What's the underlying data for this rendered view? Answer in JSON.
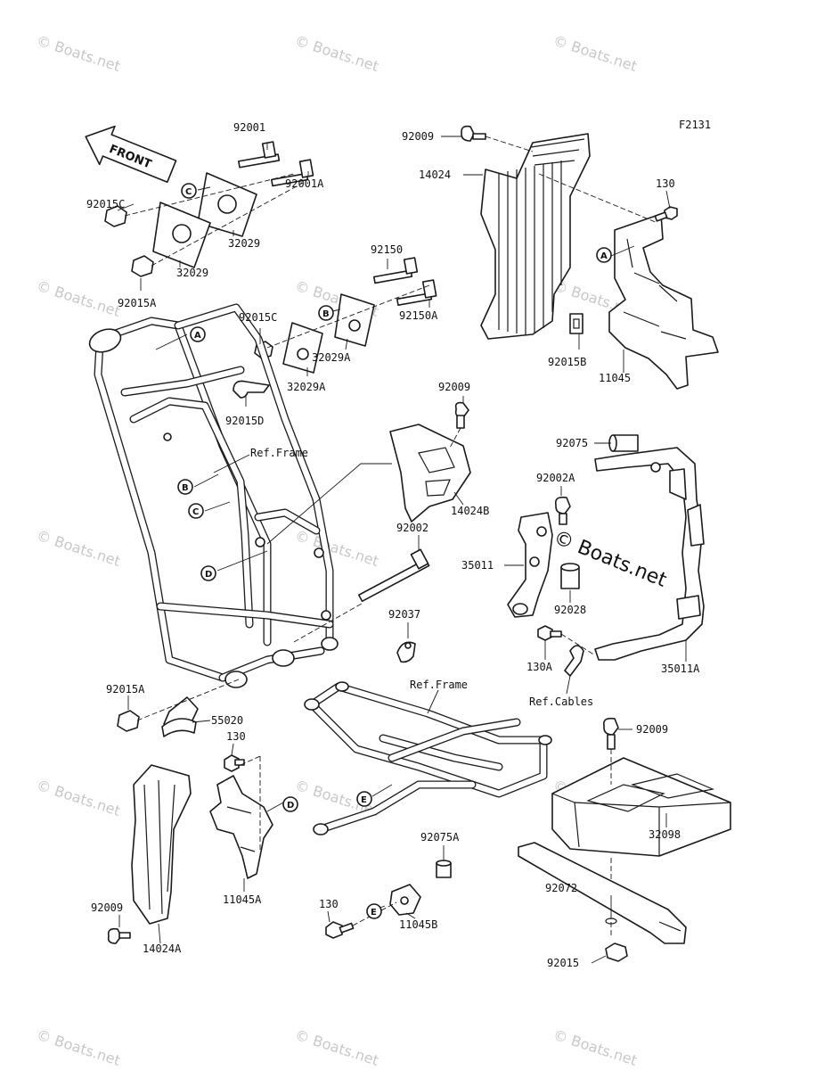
{
  "figure_code": "F2131",
  "front_label": "FRONT",
  "ref_labels": {
    "frame_top": "Ref.Frame",
    "frame_bottom": "Ref.Frame",
    "cables": "Ref.Cables"
  },
  "watermark_small": "© Boats.net",
  "watermark_large": "© Boats.net",
  "callouts": {
    "A": "A",
    "B": "B",
    "C": "C",
    "D": "D",
    "E": "E"
  },
  "parts": {
    "p92001": "92001",
    "p92001A": "92001A",
    "p92015C_top": "92015C",
    "p32029_a": "32029",
    "p32029_b": "32029",
    "p92015A_top": "92015A",
    "p92150": "92150",
    "p92150A": "92150A",
    "p92015C_mid": "92015C",
    "p32029A_a": "32029A",
    "p32029A_b": "32029A",
    "p92015D": "92015D",
    "p92009_top": "92009",
    "p14024": "14024",
    "p130_top": "130",
    "p92015B": "92015B",
    "p11045": "11045",
    "p92009_mid": "92009",
    "p14024B": "14024B",
    "p92075": "92075",
    "p92002A": "92002A",
    "p92002": "92002",
    "p35011": "35011",
    "p92028": "92028",
    "p92037": "92037",
    "p130A": "130A",
    "p35011A": "35011A",
    "p92015A_bot": "92015A",
    "p55020": "55020",
    "p130_mid": "130",
    "p92009_right": "92009",
    "p32098": "32098",
    "p11045A": "11045A",
    "p92075A": "92075A",
    "p92072": "92072",
    "p130_bot": "130",
    "p11045B": "11045B",
    "p92009_bot": "92009",
    "p14024A": "14024A",
    "p92015": "92015"
  }
}
